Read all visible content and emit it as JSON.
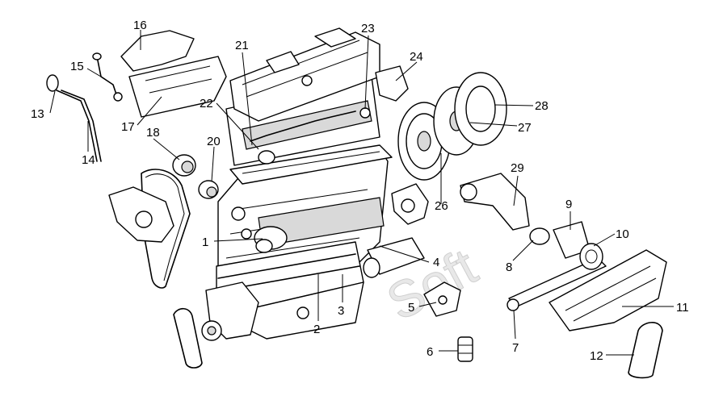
{
  "diagram": {
    "watermark": "Soft",
    "callouts": [
      {
        "id": "callout-1",
        "label": "1"
      },
      {
        "id": "callout-2",
        "label": "2"
      },
      {
        "id": "callout-3",
        "label": "3"
      },
      {
        "id": "callout-4",
        "label": "4"
      },
      {
        "id": "callout-5",
        "label": "5"
      },
      {
        "id": "callout-6",
        "label": "6"
      },
      {
        "id": "callout-7",
        "label": "7"
      },
      {
        "id": "callout-8",
        "label": "8"
      },
      {
        "id": "callout-9",
        "label": "9"
      },
      {
        "id": "callout-10",
        "label": "10"
      },
      {
        "id": "callout-11",
        "label": "11"
      },
      {
        "id": "callout-12",
        "label": "12"
      },
      {
        "id": "callout-13",
        "label": "13"
      },
      {
        "id": "callout-14",
        "label": "14"
      },
      {
        "id": "callout-15",
        "label": "15"
      },
      {
        "id": "callout-16",
        "label": "16"
      },
      {
        "id": "callout-17",
        "label": "17"
      },
      {
        "id": "callout-18",
        "label": "18"
      },
      {
        "id": "callout-20",
        "label": "20"
      },
      {
        "id": "callout-21",
        "label": "21"
      },
      {
        "id": "callout-22",
        "label": "22"
      },
      {
        "id": "callout-23",
        "label": "23"
      },
      {
        "id": "callout-24",
        "label": "24"
      },
      {
        "id": "callout-26",
        "label": "26"
      },
      {
        "id": "callout-27",
        "label": "27"
      },
      {
        "id": "callout-28",
        "label": "28"
      },
      {
        "id": "callout-29",
        "label": "29"
      }
    ]
  }
}
